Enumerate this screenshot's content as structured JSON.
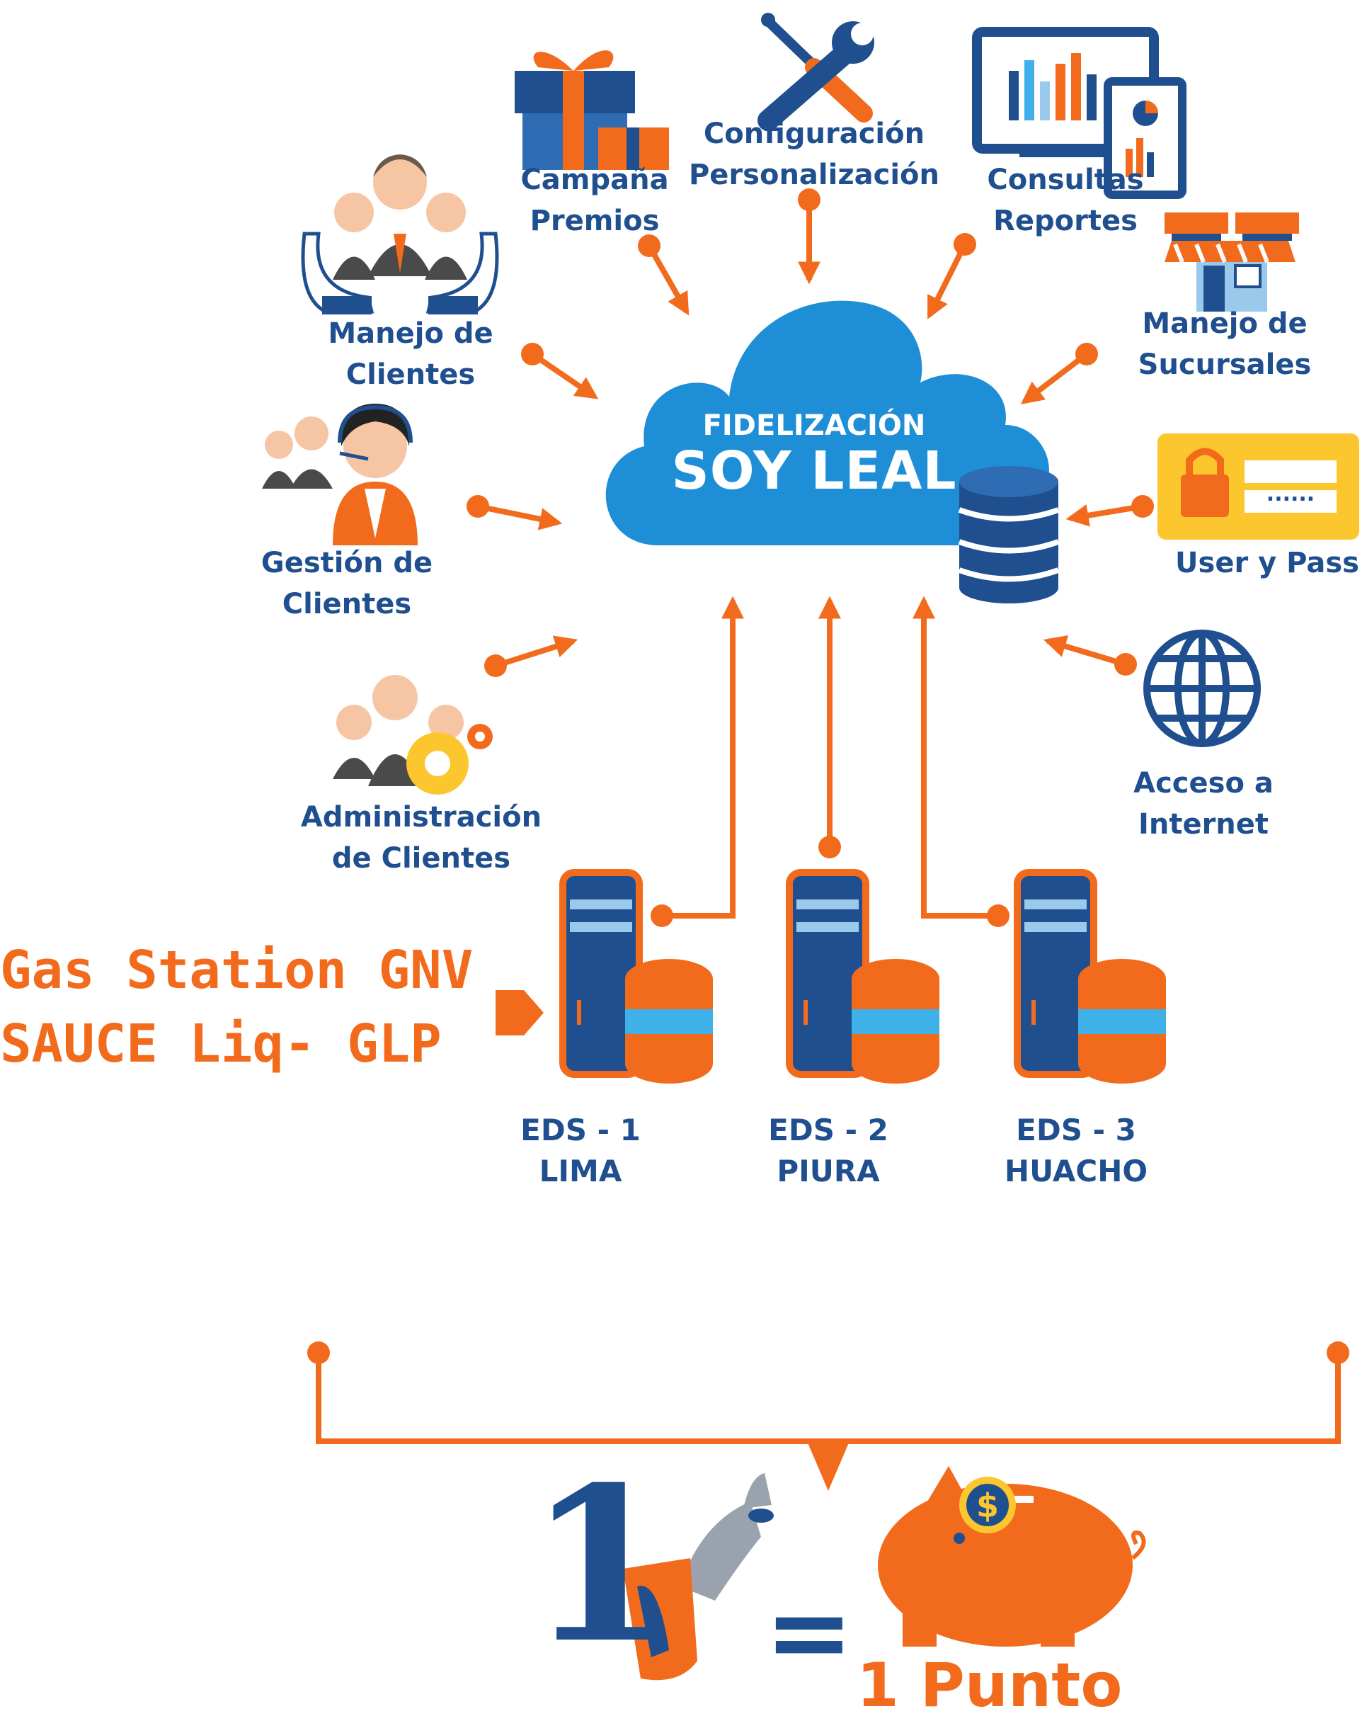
{
  "cloud": {
    "title": "FIDELIZACIÓN",
    "name": "SOY LEAL"
  },
  "modules": {
    "campana": [
      "Campaña",
      "Premios"
    ],
    "configuracion": [
      "Configuración",
      "Personalización"
    ],
    "consultas": [
      "Consultas",
      "Reportes"
    ],
    "manejo_clientes": [
      "Manejo de",
      "Clientes"
    ],
    "manejo_sucursales": [
      "Manejo de",
      "Sucursales"
    ],
    "gestion_clientes": [
      "Gestión de",
      "Clientes"
    ],
    "user_pass": "User y Pass",
    "administracion": [
      "Administración",
      "de Clientes"
    ],
    "acceso": [
      "Acceso a",
      "Internet"
    ]
  },
  "gas_station": [
    "Gas Station GNV",
    "SAUCE Liq- GLP"
  ],
  "stations": [
    {
      "code": "EDS - 1",
      "city": "LIMA"
    },
    {
      "code": "EDS - 2",
      "city": "PIURA"
    },
    {
      "code": "EDS - 3",
      "city": "HUACHO"
    }
  ],
  "equation": {
    "quantity": "1",
    "equals": "=",
    "result": "1 Punto"
  },
  "password_mask": "......",
  "icons": [
    "gift-icon",
    "wrench-screwdriver-icon",
    "monitor-chart-icon",
    "people-hands-icon",
    "store-icon",
    "call-center-icon",
    "login-box-icon",
    "admin-gear-icon",
    "globe-icon",
    "server-icon",
    "database-icon",
    "fuel-nozzle-icon",
    "piggy-bank-icon",
    "dollar-coin-icon"
  ],
  "colors": {
    "orange": "#f26b1d",
    "navy": "#1f4f8f",
    "cloud": "#1e8fd6",
    "light_blue": "#3fb0e8",
    "yellow": "#fcc72e"
  }
}
